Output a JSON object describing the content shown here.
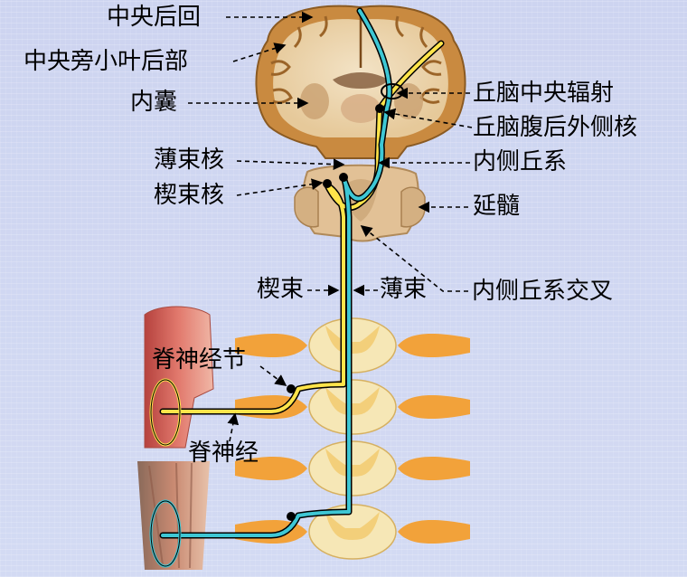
{
  "labels": {
    "central_gyrus": "中央后回",
    "paracentral_lobule": "中央旁小叶后部",
    "internal_capsule": "内囊",
    "thalamic_radiation": "丘脑中央辐射",
    "vpl_nucleus": "丘脑腹后外侧核",
    "medial_lemniscus": "内侧丘系",
    "gracile_nucleus": "薄束核",
    "cuneate_nucleus": "楔束核",
    "medulla": "延髓",
    "lemniscal_decussation": "内侧丘系交叉",
    "cuneate_fasciculus": "楔束",
    "gracile_fasciculus": "薄束",
    "spinal_ganglion": "脊神经节",
    "spinal_nerve": "脊神经"
  },
  "colors": {
    "background": "#cfd6f1",
    "pathway_cyan": "#3ec7d4",
    "pathway_yellow": "#ffe44a",
    "outline": "#000000",
    "cortex": "#c8893e",
    "white_matter": "#efd9b3",
    "spinal_gray": "#f4d48c",
    "spinal_nerve": "#f2a23a",
    "muscle": "#d9605a"
  }
}
